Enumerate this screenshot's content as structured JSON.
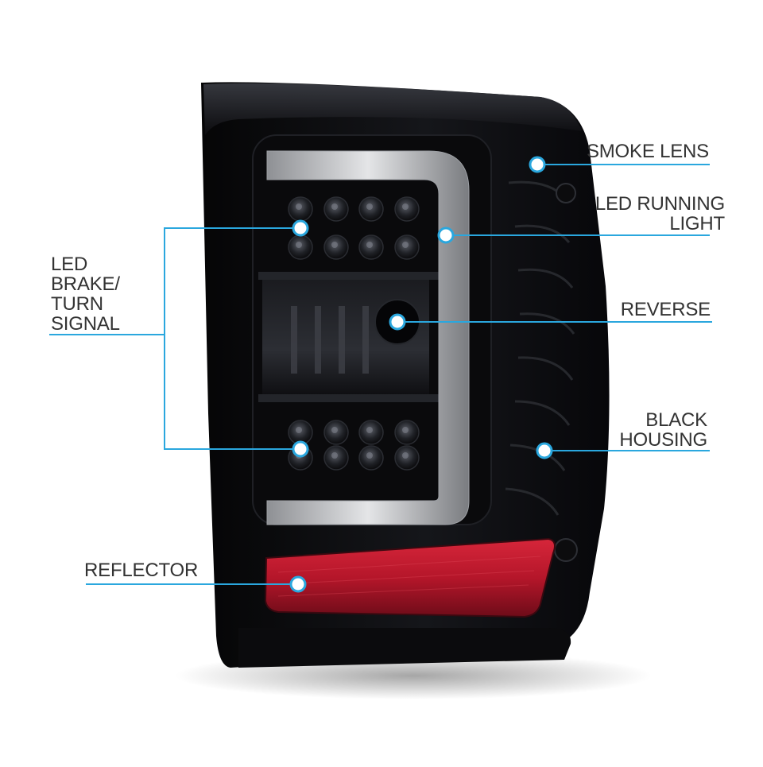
{
  "diagram": {
    "subject": "tail-lamp",
    "accent_color": "#2aa7de",
    "lens_color": "#111214",
    "reflector_color": "#c0182c",
    "callouts": [
      {
        "id": "smoke-lens",
        "lines": [
          "SMOKE LENS"
        ]
      },
      {
        "id": "led-running-light",
        "lines": [
          "LED RUNNING",
          "LIGHT"
        ]
      },
      {
        "id": "reverse",
        "lines": [
          "REVERSE"
        ]
      },
      {
        "id": "black-housing",
        "lines": [
          "BLACK",
          "HOUSING"
        ]
      },
      {
        "id": "led-brake-turn-signal",
        "lines": [
          "LED",
          "BRAKE/",
          "TURN",
          "SIGNAL"
        ]
      },
      {
        "id": "reflector",
        "lines": [
          "REFLECTOR"
        ]
      }
    ]
  }
}
